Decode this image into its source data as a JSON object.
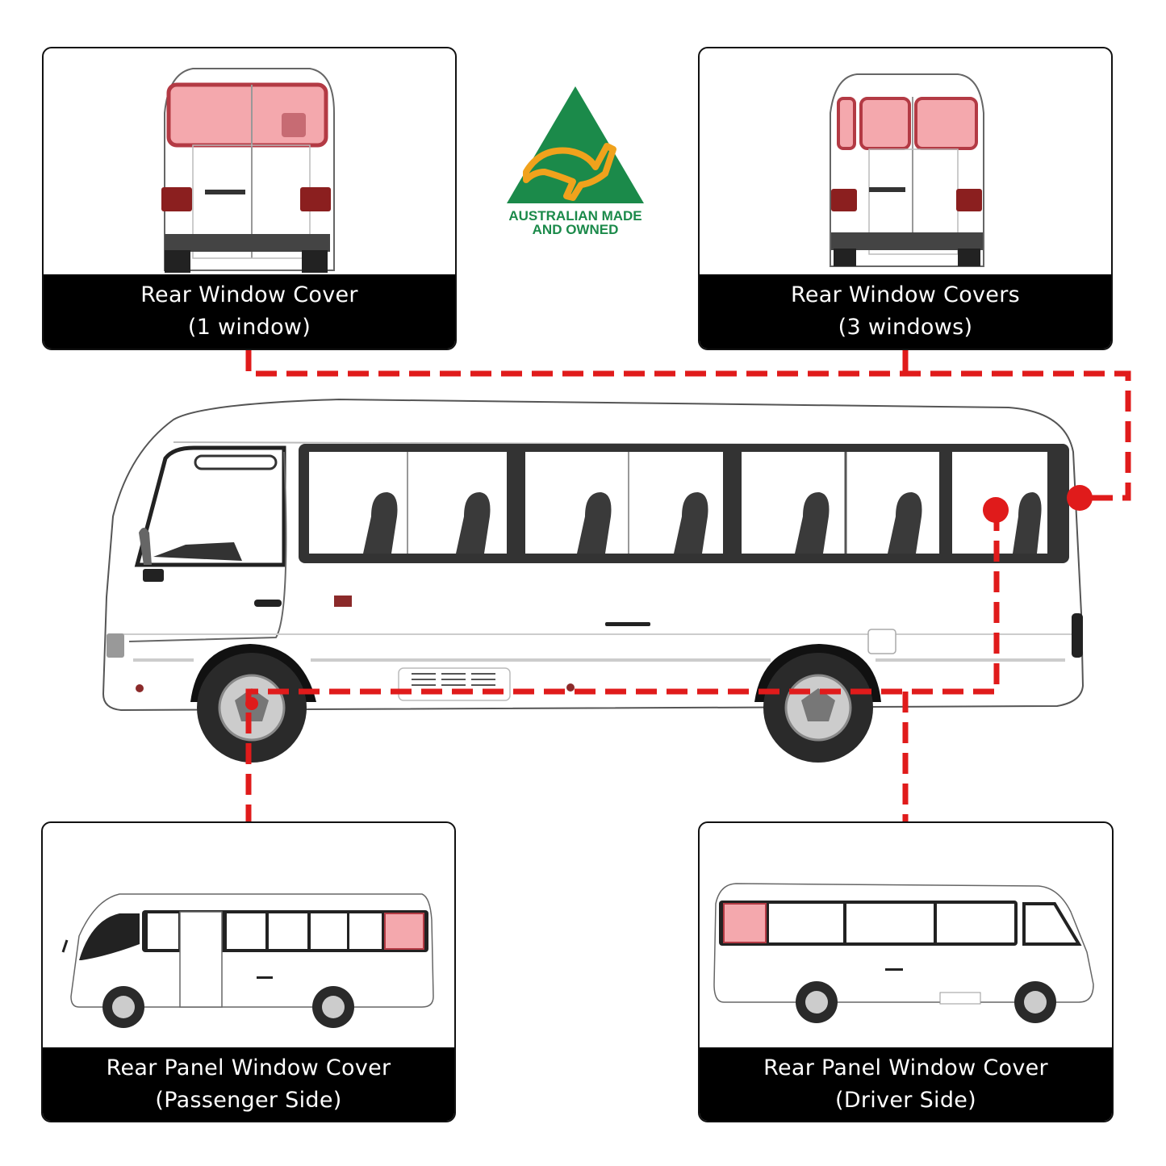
{
  "badge": {
    "line1": "AUSTRALIAN MADE",
    "line2": "AND OWNED",
    "icon": "kangaroo-triangle-logo",
    "colors": {
      "triangle": "#1b8a4a",
      "kangaroo": "#f0a21c"
    }
  },
  "cards": {
    "rear_one": {
      "title": "Rear Window Cover",
      "subtitle": "(1 window)"
    },
    "rear_three": {
      "title": "Rear Window Covers",
      "subtitle": "(3 windows)"
    },
    "passenger": {
      "title": "Rear Panel Window Cover",
      "subtitle": "(Passenger Side)"
    },
    "driver": {
      "title": "Rear Panel Window Cover",
      "subtitle": "(Driver Side)"
    }
  },
  "colors": {
    "connector": "#e01b1b",
    "cover_highlight": "#f4a8ad",
    "bus_body": "#ffffff",
    "window_frame": "#222222"
  }
}
